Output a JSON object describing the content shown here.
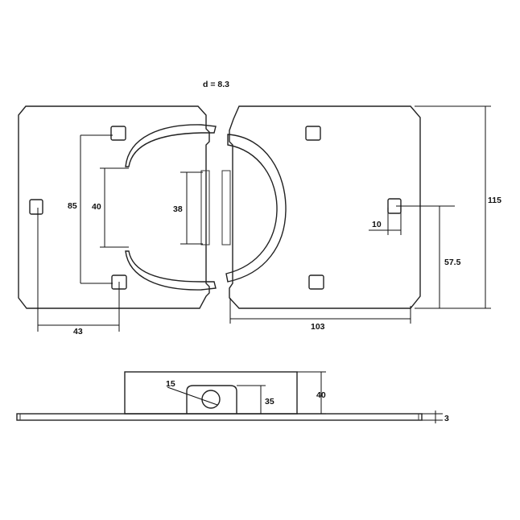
{
  "diameter_note": "d = 8.3",
  "dimensions": {
    "hole_spacing": "85",
    "inner_slot_height": "40",
    "left_tab_height": "38",
    "hole_offset_left": "43",
    "plate_width": "103",
    "plate_height": "115",
    "hole_height": "57.5",
    "hole_offset_right": "10",
    "keyhole_diameter": "15",
    "housing_inner_height": "35",
    "housing_height": "40",
    "base_thickness": "3"
  }
}
